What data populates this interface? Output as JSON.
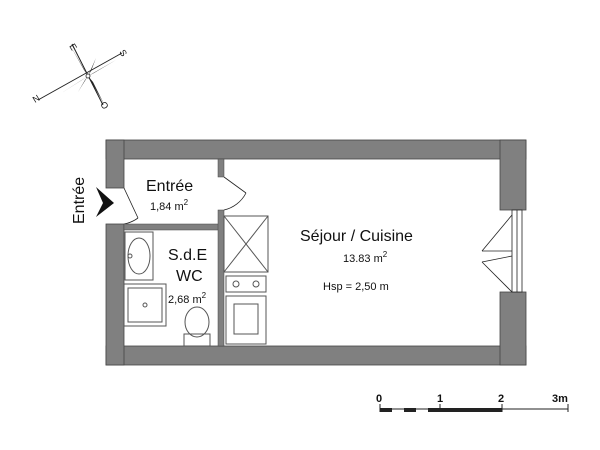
{
  "plan": {
    "entrance_label": "Entrée",
    "rooms": [
      {
        "id": "entree",
        "name": "Entrée",
        "area": "1,84 m",
        "area_sup": "2"
      },
      {
        "id": "sde",
        "name_line1": "S.d.E",
        "name_line2": "WC",
        "area": "2,68 m",
        "area_sup": "2"
      },
      {
        "id": "sejour",
        "name": "Séjour / Cuisine",
        "area": "13.83 m",
        "area_sup": "2",
        "ceiling_height": "Hsp = 2,50 m"
      }
    ]
  },
  "compass": {
    "n": "N",
    "e": "E",
    "s": "S",
    "o": "O"
  },
  "scale_bar": {
    "labels": [
      "0",
      "1",
      "2",
      "3m"
    ]
  },
  "colors": {
    "wall": "#808080",
    "line": "#222222",
    "fixture": "#555555"
  }
}
